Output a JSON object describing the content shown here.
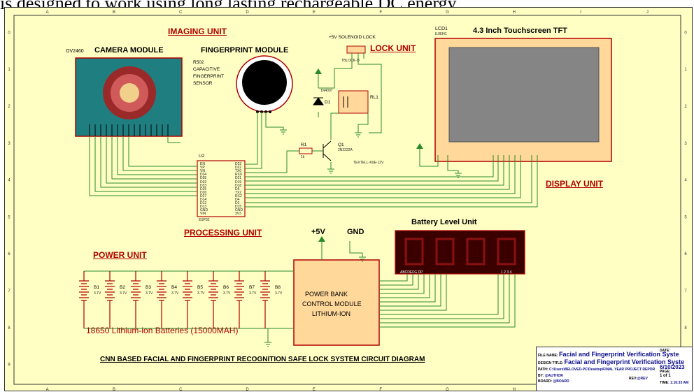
{
  "caption": "is designed to work using long lasting rechargeable DC energy.",
  "frame": {
    "columns": [
      "A",
      "B",
      "C",
      "D",
      "E",
      "F",
      "G",
      "H",
      "I",
      "J"
    ],
    "rows": [
      "0",
      "1",
      "2",
      "3",
      "4",
      "5",
      "6",
      "7",
      "8",
      "9"
    ]
  },
  "sections": {
    "imaging": "IMAGING UNIT",
    "lock": "LOCK UNIT",
    "processing": "PROCESSING UNIT",
    "power": "POWER UNIT",
    "display": "DISPLAY UNIT"
  },
  "camera": {
    "ref": "OV2460",
    "title": "CAMERA MODULE"
  },
  "fingerprint": {
    "title": "FINGERPRINT MODULE",
    "desc": [
      "R502",
      "CAPACITIVE",
      "FINGERPRINT",
      "SENSOR"
    ]
  },
  "lock": {
    "solenoid": "+5V SOLENOID LOCK",
    "header": "TBLOCK-I3",
    "diode": "D1",
    "diode_part": "1N4007",
    "relay": "RL1",
    "resistor": "R1",
    "resistor_val": "1k",
    "transistor": "Q1",
    "transistor_part": "2N2222A",
    "relay_part": "TEXTELL-K0E-12V"
  },
  "mcu": {
    "ref": "U2",
    "part": "ESP32",
    "pins_left": [
      "EN",
      "VP",
      "VN",
      "D34",
      "D35",
      "D32",
      "D33",
      "D25",
      "D26",
      "D27",
      "D14",
      "D12",
      "D13",
      "GND",
      "VIN"
    ],
    "pins_right": [
      "D23",
      "D22",
      "TX0",
      "RX0",
      "D21",
      "D19",
      "D18",
      "D5",
      "TX2",
      "RX2",
      "D4",
      "D2",
      "D15",
      "GND",
      "3V3"
    ]
  },
  "display": {
    "ref": "LCD1",
    "part": "ILI9341",
    "title": "4.3 Inch Touchscreen TFT"
  },
  "power": {
    "vcc": "+5V",
    "gnd": "GND",
    "batteries": [
      {
        "name": "B1",
        "volt": "3.7V"
      },
      {
        "name": "B2",
        "volt": "3.7V"
      },
      {
        "name": "B3",
        "volt": "3.7V"
      },
      {
        "name": "B4",
        "volt": "3.7V"
      },
      {
        "name": "B5",
        "volt": "3.7V"
      },
      {
        "name": "B6",
        "volt": "3.7V"
      },
      {
        "name": "B7",
        "volt": "3.7V"
      },
      {
        "name": "B8",
        "volt": "3.7V"
      }
    ],
    "battery_label": "18650 Lithium-ion Batteries (15000MAH)",
    "bank_lines": [
      "POWER BANK",
      "CONTROL MODULE",
      "LITHIUM-ION"
    ]
  },
  "battery_level": {
    "title": "Battery Level Unit",
    "pins_left": "ABCDEFG DP",
    "pins_right": "1 2 3 4"
  },
  "diagram_title": "CNN BASED FACIAL AND FINGERPRINT RECOGNITION SAFE LOCK SYSTEM CIRCUIT DIAGRAM",
  "title_block": {
    "file_name_label": "FILE NAME:",
    "file_name": "Facial and Fingerprint Verification Syste",
    "date_label": "DATE:",
    "date": "6/10/2023",
    "design_title_label": "DESIGN TITLE:",
    "design_title": "Facial and Fingerprint Verification Syste",
    "path_label": "PATH:",
    "path": "C:\\Users\\BELOVED-PC\\Desktop\\FINAL YEAR PROJECT REPOR",
    "page_label": "PAGE:",
    "page": "1 of 1",
    "by_label": "BY:",
    "by": "@AUTHOR",
    "rev_label": "REV:",
    "rev": "@REV",
    "time_label": "TIME:",
    "time": "1:16:33 AM",
    "board_label": "BOARD:",
    "board": "@BOARD"
  }
}
